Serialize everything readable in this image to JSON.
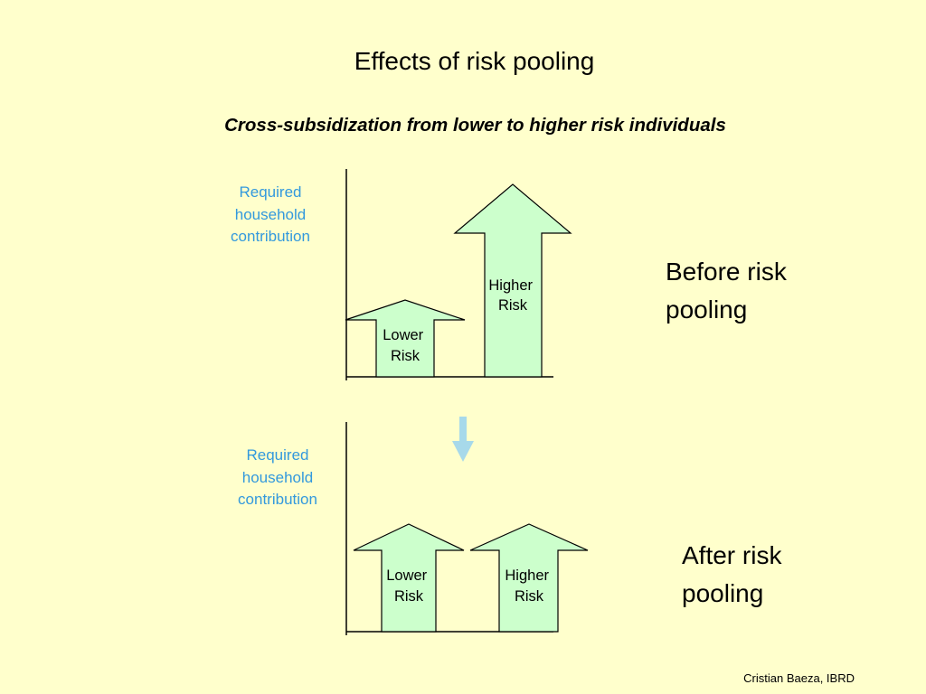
{
  "title": "Effects of risk pooling",
  "subtitle": "Cross-subsidization from lower to higher risk individuals",
  "colors": {
    "background": "#FFFFCC",
    "arrow_fill": "#CCFFCC",
    "axis_label": "#3399DD",
    "transition_arrow": "#A7D9EA"
  },
  "before": {
    "axis_label_lines": [
      "Required",
      "household",
      "contribution"
    ],
    "state_label_lines": [
      "Before risk",
      "pooling"
    ],
    "arrows": [
      {
        "name": "lower",
        "label_lines": [
          "Lower",
          "Risk"
        ]
      },
      {
        "name": "higher",
        "label_lines": [
          "Higher",
          "Risk"
        ]
      }
    ]
  },
  "after": {
    "axis_label_lines": [
      "Required",
      "household",
      "contribution"
    ],
    "state_label_lines": [
      "After risk",
      "pooling"
    ],
    "arrows": [
      {
        "name": "lower",
        "label_lines": [
          "Lower",
          "Risk"
        ]
      },
      {
        "name": "higher",
        "label_lines": [
          "Higher",
          "Risk"
        ]
      }
    ]
  },
  "transition_icon": "down-arrow-icon",
  "credit": "Cristian Baeza, IBRD"
}
